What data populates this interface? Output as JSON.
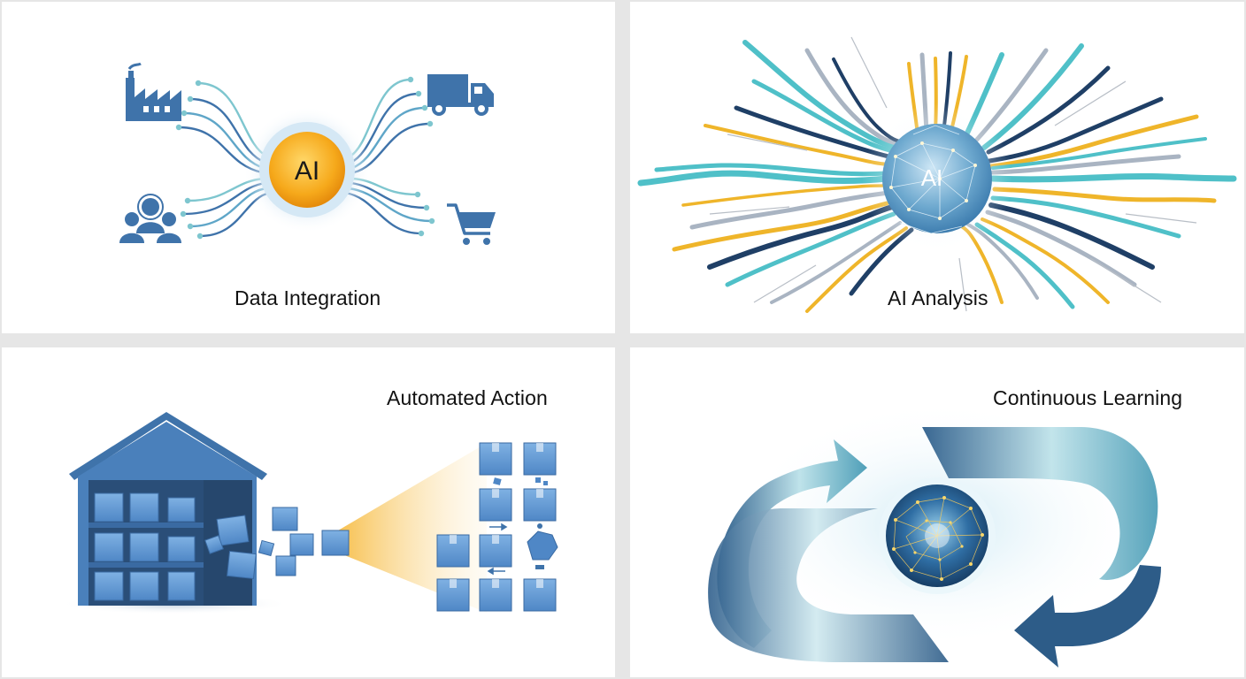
{
  "panels": [
    {
      "caption": "Data Integration",
      "hub_label": "AI"
    },
    {
      "caption": "AI Analysis",
      "hub_label": "AI"
    },
    {
      "caption": "Automated Action"
    },
    {
      "caption": "Continuous Learning"
    }
  ],
  "icons": {
    "panel1": [
      "factory-icon",
      "people-group-icon",
      "truck-icon",
      "shopping-cart-icon"
    ],
    "panel3": [
      "warehouse-icon",
      "box-icon"
    ],
    "panel4": [
      "cycle-arrows-icon",
      "neural-sphere-icon"
    ]
  },
  "colors": {
    "primary_blue": "#3f73aa",
    "hub_orange": "#f6a91b",
    "teal": "#4fc0c8",
    "navy": "#1f3f66",
    "gold": "#efb52a",
    "grey": "#a9b4c2"
  }
}
